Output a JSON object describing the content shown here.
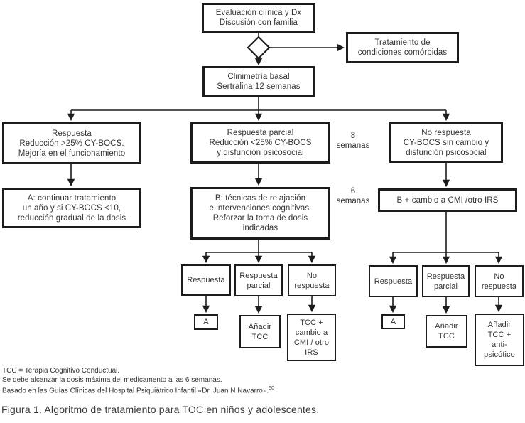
{
  "figure": {
    "caption": "Figura 1. Algoritmo de tratamiento para TOC en niños y adolescentes.",
    "footnotes": {
      "line1": "TCC = Terapia Cognitivo Conductual.",
      "line2": "Se debe alcanzar la dosis máxima del medicamento a las 6 semanas.",
      "line3": "Basado en las Guías Clínicas del Hospital Psiquiátrico Infantil «Dr. Juan N Navarro».",
      "line3_ref": "50"
    }
  },
  "diagram": {
    "nodes": {
      "evaluacion": "Evaluación clínica y Dx\nDiscusión con familia",
      "comorbidas": "Tratamiento de\ncondiciones comórbidas",
      "clinimetria": "Clinimetría basal\nSertralina 12 semanas",
      "respuesta": "Respuesta\nReducción >25% CY-BOCS.\nMejoría en el funcionamiento",
      "respuesta_parcial": "Respuesta parcial\nReducción <25% CY-BOCS\ny disfunción psicosocial",
      "no_respuesta": "No respuesta\nCY-BOCS sin cambio y\ndisfunción psicosocial",
      "a_continuar": "A: continuar tratamiento\nun año y si CY-BOCS <10,\nreducción gradual de la dosis",
      "b_tecnicas": "B: técnicas de relajación\ne intervenciones cognitivas.\nReforzar la toma de dosis\nindicadas",
      "b_cambio": "B + cambio a CMI /otro IRS",
      "mid_respuesta": "Respuesta",
      "mid_parcial": "Respuesta\nparcial",
      "mid_no": "No\nrespuesta",
      "mid_a": "A",
      "mid_anadir_tcc": "Añadir\nTCC",
      "mid_tcc_cmi": "TCC +\ncambio a\nCMI / otro\nIRS",
      "right_respuesta": "Respuesta",
      "right_parcial": "Respuesta\nparcial",
      "right_no": "No\nrespuesta",
      "right_a": "A",
      "right_anadir_tcc": "Añadir\nTCC",
      "right_tcc_anti": "Añadir\nTCC +\nanti-\npsicótico"
    },
    "labels": {
      "weeks8": "8\nsemanas",
      "weeks6": "6\nsemanas"
    },
    "colors": {
      "ink": "#1c1c1c",
      "text": "#333333",
      "background": "#ffffff"
    }
  }
}
